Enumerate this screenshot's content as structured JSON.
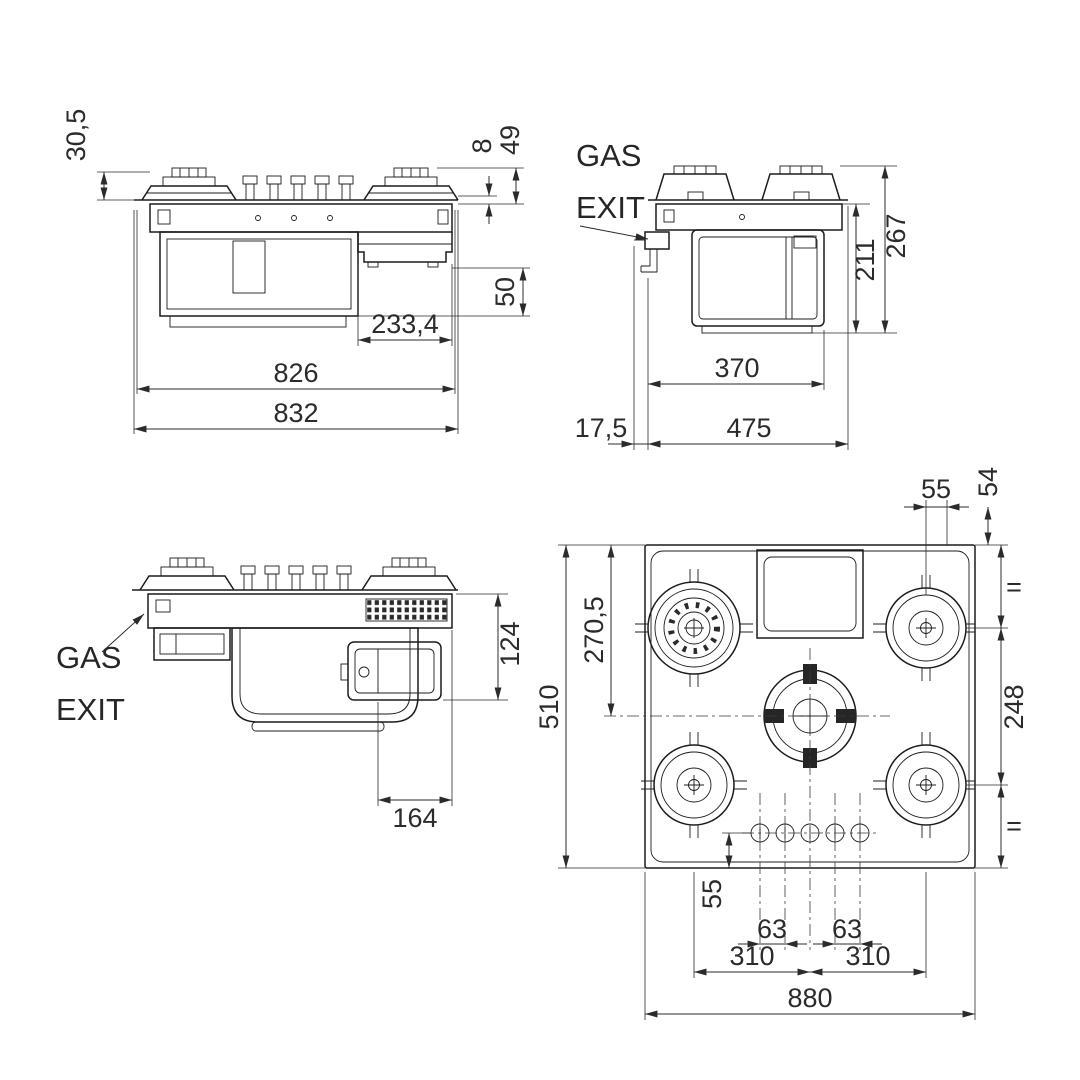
{
  "views": {
    "front": {
      "dim_burner_height": "30,5",
      "dim_rim": "8",
      "dim_top_height": "49",
      "dim_box_height": "50",
      "dim_module_width": "233,4",
      "dim_width_inner": "826",
      "dim_width_overall": "832"
    },
    "side": {
      "gas_label": "GAS",
      "exit_label": "EXIT",
      "dim_body_height": "211",
      "dim_height_overall": "267",
      "dim_gas_offset": "17,5",
      "dim_body_depth": "370",
      "dim_depth_overall": "475"
    },
    "underside": {
      "gas_label": "GAS",
      "exit_label": "EXIT",
      "dim_module_height": "124",
      "dim_module_width": "164"
    },
    "plan": {
      "dim_offset_55": "55",
      "dim_offset_54": "54",
      "dim_center_from_top": "270,5",
      "dim_depth_overall": "510",
      "dim_row_spacing": "248",
      "equal_top": "=",
      "equal_bottom": "=",
      "dim_knob_offset": "55",
      "dim_knob_pitch_left": "63",
      "dim_knob_pitch_right": "63",
      "dim_burner_pitch_left": "310",
      "dim_burner_pitch_right": "310",
      "dim_width_overall": "880"
    }
  }
}
